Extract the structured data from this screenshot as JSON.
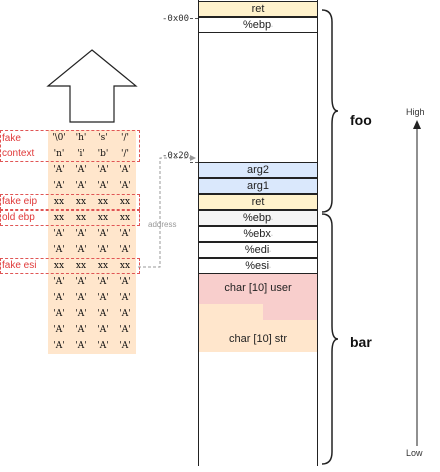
{
  "stack": {
    "cells": {
      "ret_top": "ret",
      "ebp_top": "%ebp",
      "arg2": "arg2",
      "arg1": "arg1",
      "ret_mid": "ret",
      "ebp_mid": "%ebp",
      "ebx": "%ebx",
      "edi": "%edi",
      "esi": "%esi",
      "char_user": "char [10] user",
      "char_str": "char [10] str"
    },
    "addr_top": "-0x00",
    "addr_mid": "-0x20"
  },
  "sections": {
    "foo": "foo",
    "bar": "bar"
  },
  "axis": {
    "high": "High",
    "low": "Low"
  },
  "payload": {
    "rows": [
      [
        "'\\0'",
        "'h'",
        "'s'",
        "'/'"
      ],
      [
        "'n'",
        "'i'",
        "'b'",
        "'/'"
      ],
      [
        "'A'",
        "'A'",
        "'A'",
        "'A'"
      ],
      [
        "'A'",
        "'A'",
        "'A'",
        "'A'"
      ],
      [
        "xx",
        "xx",
        "xx",
        "xx"
      ],
      [
        "xx",
        "xx",
        "xx",
        "xx"
      ],
      [
        "'A'",
        "'A'",
        "'A'",
        "'A'"
      ],
      [
        "'A'",
        "'A'",
        "'A'",
        "'A'"
      ],
      [
        "xx",
        "xx",
        "xx",
        "xx"
      ],
      [
        "'A'",
        "'A'",
        "'A'",
        "'A'"
      ],
      [
        "'A'",
        "'A'",
        "'A'",
        "'A'"
      ],
      [
        "'A'",
        "'A'",
        "'A'",
        "'A'"
      ],
      [
        "'A'",
        "'A'",
        "'A'",
        "'A'"
      ],
      [
        "'A'",
        "'A'",
        "'A'",
        "'A'"
      ]
    ],
    "labels": {
      "fake1": "fake",
      "context": "context",
      "fake_eip": "fake eip",
      "old_ebp": "old ebp",
      "fake_esi": "fake esi"
    },
    "address_note": "address"
  },
  "colors": {
    "yellow": "#fff2cc",
    "blue": "#dae8fc",
    "pink": "#f8cecc",
    "peach": "#ffe6cc",
    "red": "#e03a3a"
  }
}
